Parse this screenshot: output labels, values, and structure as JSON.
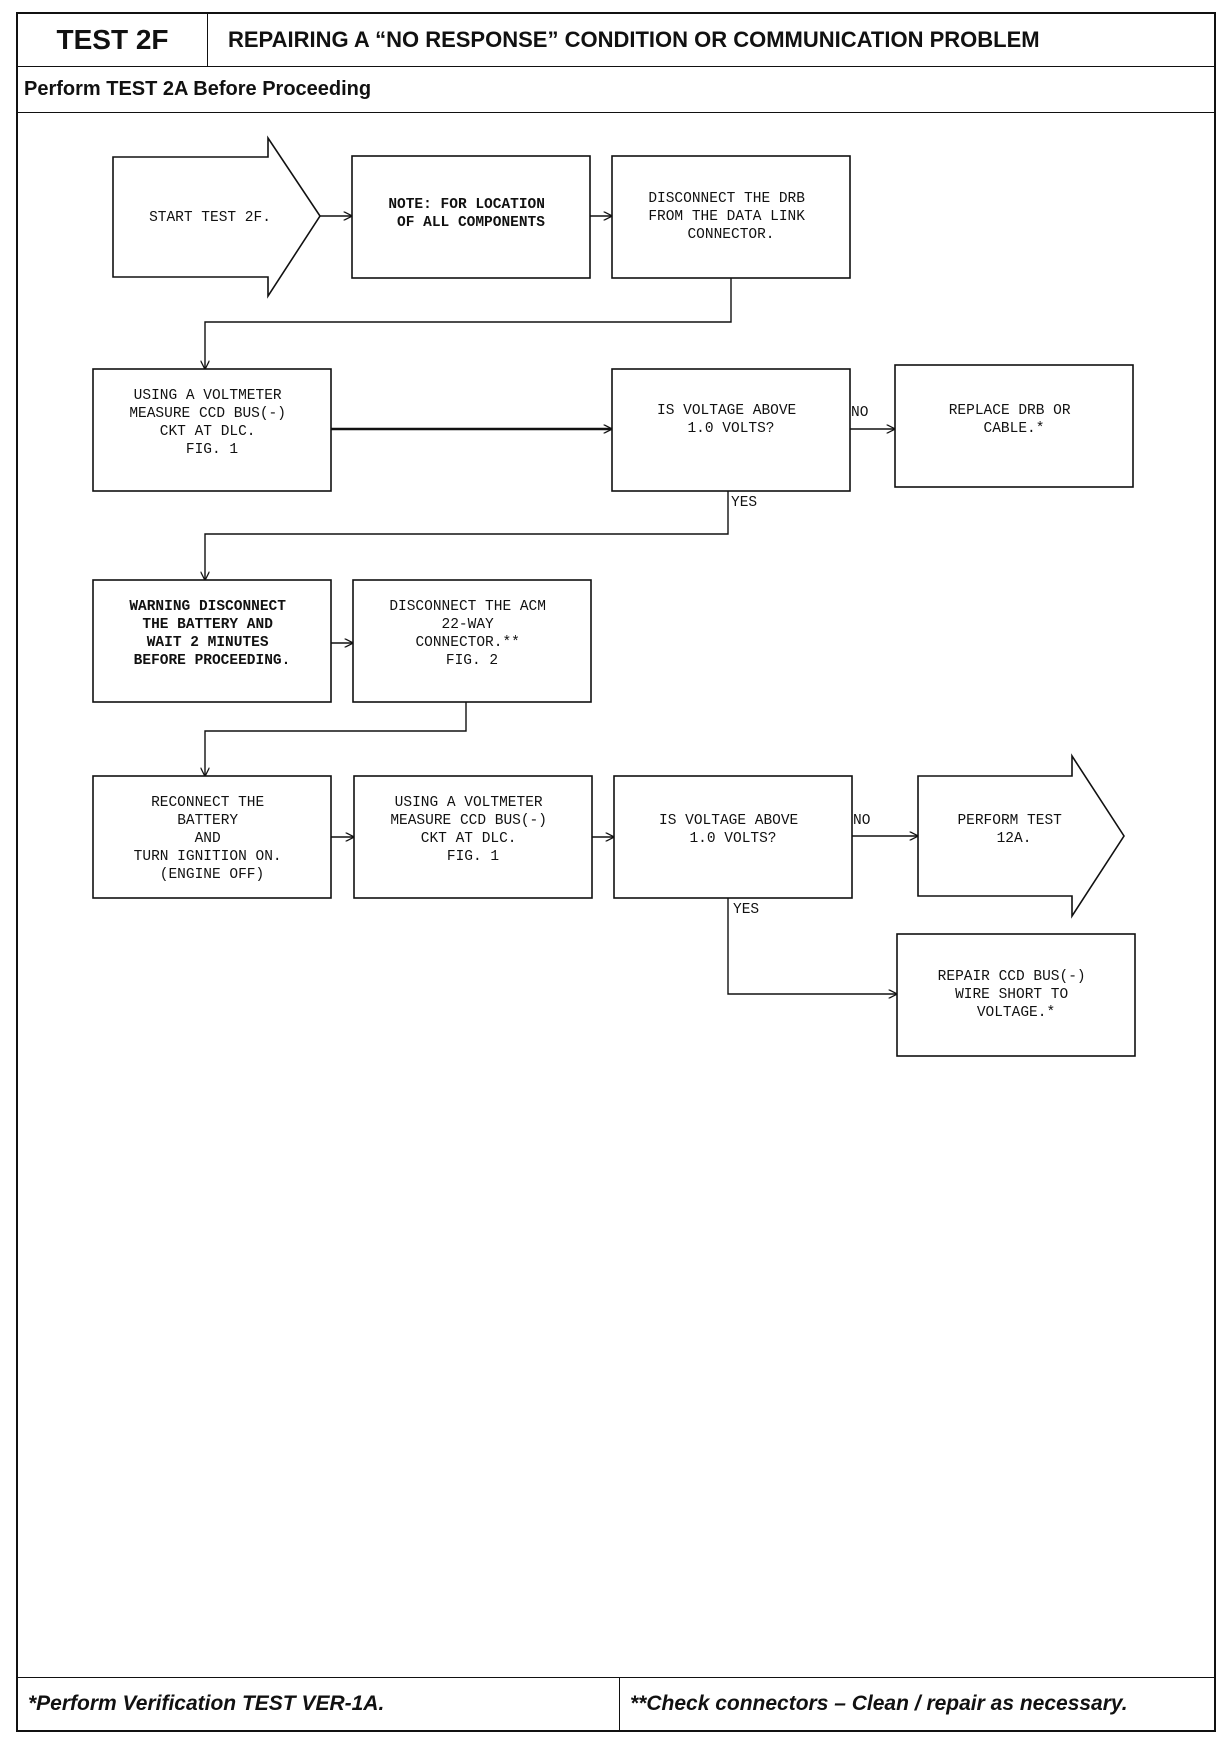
{
  "header": {
    "test_id": "TEST 2F",
    "title": "REPAIRING A “NO RESPONSE” CONDITION OR COMMUNICATION PROBLEM"
  },
  "subheader": "Perform TEST 2A Before Proceeding",
  "steps": {
    "start": [
      "START TEST 2F."
    ],
    "note": [
      "NOTE: FOR LOCATION",
      "OF ALL COMPONENTS"
    ],
    "disconnect_drb": [
      "DISCONNECT THE DRB",
      "FROM THE DATA LINK",
      "CONNECTOR."
    ],
    "measure_1": [
      "USING A VOLTMETER",
      "MEASURE CCD BUS(-)",
      "CKT AT DLC.",
      "",
      "FIG. 1"
    ],
    "question_1": [
      "IS VOLTAGE ABOVE",
      "1.0 VOLTS?"
    ],
    "replace_drb": [
      "REPLACE DRB OR",
      "CABLE.*"
    ],
    "warning": [
      "WARNING DISCONNECT",
      "THE BATTERY AND",
      "WAIT 2 MINUTES",
      "BEFORE PROCEEDING."
    ],
    "disconnect_acm": [
      "DISCONNECT THE ACM",
      "22-WAY",
      "CONNECTOR.**",
      "",
      "FIG. 2"
    ],
    "reconnect": [
      "RECONNECT THE",
      "BATTERY",
      "AND",
      "TURN IGNITION ON.",
      "(ENGINE OFF)"
    ],
    "measure_2": [
      "USING A VOLTMETER",
      "MEASURE CCD BUS(-)",
      "CKT AT DLC.",
      "",
      "FIG. 1"
    ],
    "question_2": [
      "IS VOLTAGE ABOVE",
      "1.0 VOLTS?"
    ],
    "perform_12a": [
      "PERFORM TEST",
      "12A."
    ],
    "repair_short": [
      "REPAIR CCD BUS(-)",
      "WIRE SHORT TO",
      "VOLTAGE.*"
    ]
  },
  "edge_labels": {
    "no_1": "NO",
    "yes_1": "YES",
    "no_2": "NO",
    "yes_2": "YES"
  },
  "footer": {
    "left": "*Perform Verification TEST VER-1A.",
    "right": "**Check connectors – Clean / repair as necessary."
  }
}
